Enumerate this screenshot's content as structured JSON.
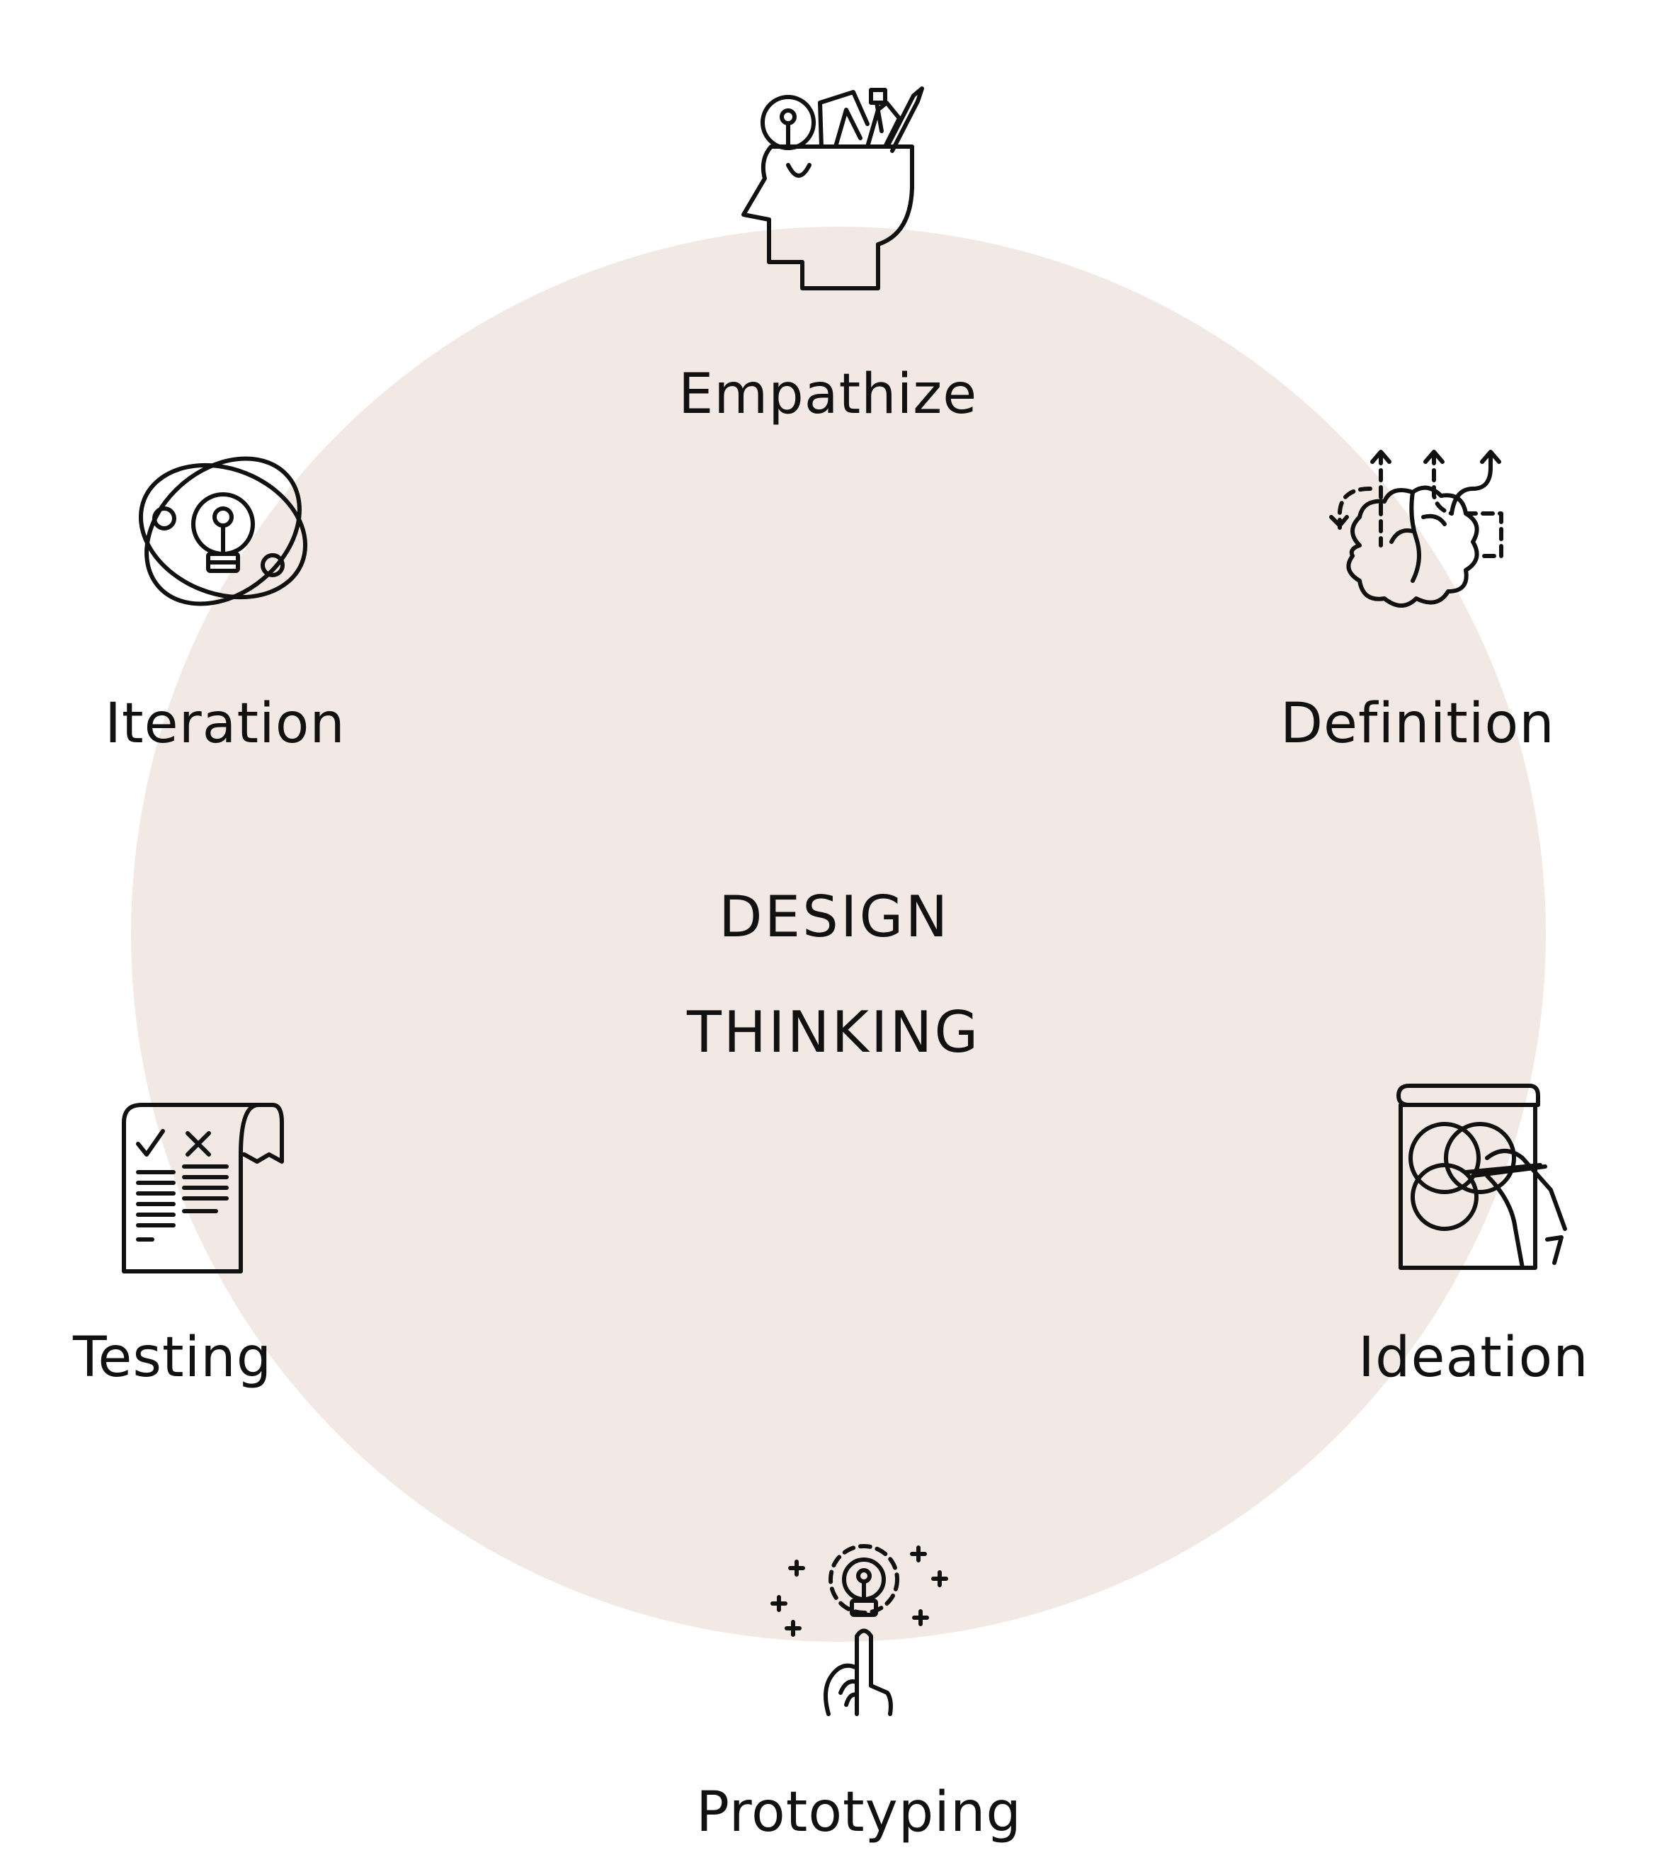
{
  "center": {
    "line1": "DESIGN",
    "line2": "THINKING"
  },
  "stages": [
    {
      "label": "Empathize",
      "icon": "head-ideas-icon"
    },
    {
      "label": "Definition",
      "icon": "brain-paths-icon"
    },
    {
      "label": "Ideation",
      "icon": "sketch-board-icon"
    },
    {
      "label": "Prototyping",
      "icon": "finger-bulb-icon"
    },
    {
      "label": "Testing",
      "icon": "checklist-icon"
    },
    {
      "label": "Iteration",
      "icon": "orbit-bulb-icon"
    }
  ],
  "colors": {
    "circle": "#f3e9e4",
    "ink": "#111111",
    "background": "#ffffff"
  }
}
